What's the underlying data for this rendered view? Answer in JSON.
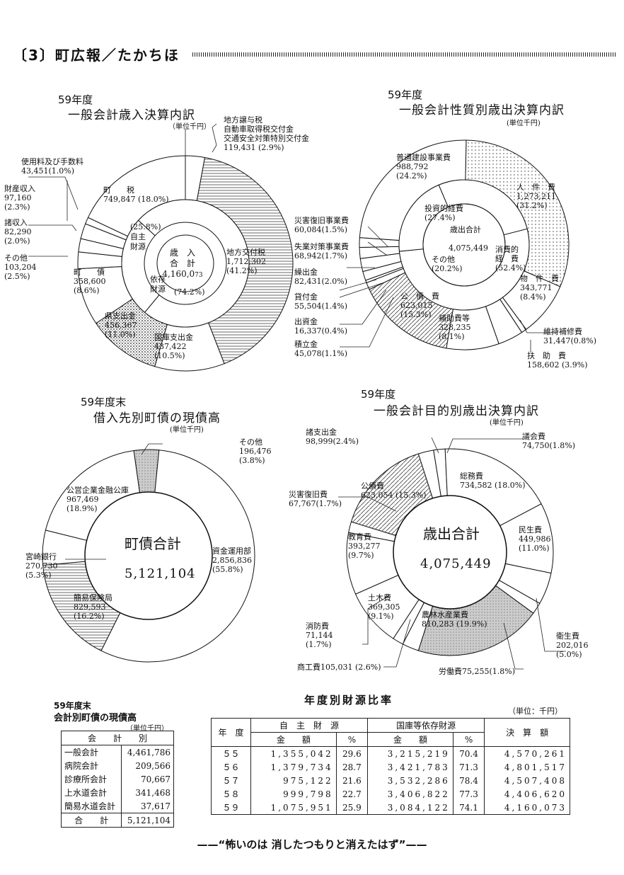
{
  "header": {
    "title": "〔3〕町広報／たかちほ"
  },
  "c1": {
    "year": "59年度",
    "title": "一般会計歳入決算内訳",
    "unit": "（単位千円）",
    "center": [
      "歳　入",
      "合　計",
      "4,160,0",
      "73"
    ],
    "inner": [
      {
        "name": "自主\n財源",
        "pct": "(25.8%)"
      },
      {
        "name": "依存\n財源",
        "pct": "(74.2%)"
      }
    ],
    "labels": [
      {
        "k": "chiho",
        "text": "地方譲与税\n自動車取得税交付金\n交通安全対策特別交付金\n119,431 (2.9%)"
      },
      {
        "k": "kofu",
        "text": "地方交付税\n1,712,302\n(41.2%)"
      },
      {
        "k": "kokko",
        "text": "国庫支出金\n437,422\n(10.5%)"
      },
      {
        "k": "ken",
        "text": "県支出金\n456,367\n(11.0%)"
      },
      {
        "k": "sai",
        "text": "町　　債\n358,600\n(8.6%)"
      },
      {
        "k": "sonota",
        "text": "その他\n103,204\n(2.5%)"
      },
      {
        "k": "shosyu",
        "text": "諸収入\n82,290\n(2.0%)"
      },
      {
        "k": "zaisan",
        "text": "財産収入\n97,160\n(2.3%)"
      },
      {
        "k": "shiyo",
        "text": "使用料及び手数料\n43,451(1.0%)"
      },
      {
        "k": "zei",
        "text": "町　　税\n749,847 (18.0%)"
      }
    ]
  },
  "c2": {
    "year": "59年度",
    "title": "一般会計性質別歳出決算内訳",
    "unit": "(単位千円)",
    "center": [
      "歳出合計",
      "4,075,449"
    ],
    "inner": [
      {
        "name": "投資的経費",
        "pct": "(27.4%)"
      },
      {
        "name": "消費的\n経　費",
        "pct": "(52.4%)"
      },
      {
        "name": "その他",
        "pct": "(20.2%)"
      }
    ],
    "labels": [
      {
        "k": "jinken",
        "text": "人　件　費\n1,273,211\n(31.2%)"
      },
      {
        "k": "buppin",
        "text": "物　件　費\n343,771\n(8.4%)"
      },
      {
        "k": "iji",
        "text": "維持補修費\n31,447(0.8%)"
      },
      {
        "k": "fujo",
        "text": "扶　助　費\n158,602 (3.9%)"
      },
      {
        "k": "hojo",
        "text": "補助費等\n328,235\n(8.1%)"
      },
      {
        "k": "kosai",
        "text": "公　債　費\n623,015\n(15.3%)"
      },
      {
        "k": "tsumitate",
        "text": "積立金\n45,078(1.1%)"
      },
      {
        "k": "shusshi",
        "text": "出資金\n16,337(0.4%)"
      },
      {
        "k": "kashi",
        "text": "貸付金\n55,504(1.4%)"
      },
      {
        "k": "kuri",
        "text": "繰出金\n82,431(2.0%)"
      },
      {
        "k": "shitsugyo",
        "text": "失業対策事業費\n68,942(1.7%)"
      },
      {
        "k": "saigai",
        "text": "災害復旧事業費\n60,084(1.5%)"
      },
      {
        "k": "futsu",
        "text": "普通建設事業費\n988,792\n(24.2%)"
      }
    ]
  },
  "c3": {
    "year": "59年度末",
    "title": "借入先別町債の現債高",
    "unit": "(単位千円)",
    "center": [
      "町債合計",
      "5,121,104"
    ],
    "labels": [
      {
        "k": "sonota",
        "text": "その他\n196,476\n(3.8%)"
      },
      {
        "k": "shikin",
        "text": "資金運用部\n2,856,836\n(55.8%)"
      },
      {
        "k": "kanpo",
        "text": "簡易保険局\n829,593\n(16.2%)"
      },
      {
        "k": "miyazaki",
        "text": "宮崎銀行\n270,730\n(5.3%)"
      },
      {
        "k": "koei",
        "text": "公営企業金融公庫\n967,469\n(18.9%)"
      }
    ]
  },
  "c4": {
    "year": "59年度",
    "title": "一般会計目的別歳出決算内訳",
    "unit": "(単位千円)",
    "center": [
      "歳出合計",
      "4,075,449"
    ],
    "labels": [
      {
        "k": "gikai",
        "text": "議会費\n74,750(1.8%)"
      },
      {
        "k": "somu",
        "text": "総務費\n734,582 (18.0%)"
      },
      {
        "k": "minsei",
        "text": "民生費\n449,986\n(11.0%)"
      },
      {
        "k": "eisei",
        "text": "衛生費\n202,016\n(5.0%)"
      },
      {
        "k": "rodo",
        "text": "労働費75,255(1.8%)"
      },
      {
        "k": "norin",
        "text": "農林水産業費\n810,283 (19.9%)"
      },
      {
        "k": "shoko",
        "text": "商工費105,031 (2.6%)"
      },
      {
        "k": "shobo",
        "text": "消防費\n71,144\n(1.7%)"
      },
      {
        "k": "doboku",
        "text": "土木費\n369,305\n(9.1%)"
      },
      {
        "k": "kyoiku",
        "text": "教育費\n393,277\n(9.7%)"
      },
      {
        "k": "saigai",
        "text": "災害復旧費\n67,767(1.7%)"
      },
      {
        "k": "kosai",
        "text": "公債費\n623,054 (15.3%)"
      },
      {
        "k": "shoshishutsu",
        "text": "諸支出金\n98,999(2.4%)"
      }
    ]
  },
  "debt_table": {
    "year": "59年度末",
    "title": "会計別町債の現債高",
    "unit": "（単位千円）",
    "header": "会　　計　　別",
    "rows": [
      {
        "name": "一般会計",
        "value": "4,461,786"
      },
      {
        "name": "病院会計",
        "value": "209,566"
      },
      {
        "name": "診療所会計",
        "value": "70,667"
      },
      {
        "name": "上水道会計",
        "value": "341,468"
      },
      {
        "name": "簡易水道会計",
        "value": "37,617"
      }
    ],
    "total": {
      "name": "合　　計",
      "value": "5,121,104"
    }
  },
  "ratio_table": {
    "title": "年度別財源比率",
    "unit": "（単位：千円）",
    "h_year": "年　度",
    "h_jishu": "自　主　財　源",
    "h_kokko": "国庫等依存財源",
    "h_kessan": "決　算　額",
    "h_kingaku": "金　　額",
    "h_pct": "%",
    "rows": [
      {
        "y": "５５",
        "a": "1,355,042",
        "ap": "29.6",
        "b": "3,215,219",
        "bp": "70.4",
        "t": "4,570,261"
      },
      {
        "y": "５６",
        "a": "1,379,734",
        "ap": "28.7",
        "b": "3,421,783",
        "bp": "71.3",
        "t": "4,801,517"
      },
      {
        "y": "５７",
        "a": "975,122",
        "ap": "21.6",
        "b": "3,532,286",
        "bp": "78.4",
        "t": "4,507,408"
      },
      {
        "y": "５８",
        "a": "999,798",
        "ap": "22.7",
        "b": "3,406,822",
        "bp": "77.3",
        "t": "4,406,620"
      },
      {
        "y": "５９",
        "a": "1,075,951",
        "ap": "25.9",
        "b": "3,084,122",
        "bp": "74.1",
        "t": "4,160,073"
      }
    ]
  },
  "footer": "——“怖いのは 消したつもりと消えたはず”——",
  "chart_data": [
    {
      "type": "pie",
      "title": "一般会計歳入決算内訳",
      "categories": [
        "地方譲与税等",
        "地方交付税",
        "国庫支出金",
        "県支出金",
        "町債",
        "その他",
        "諸収入",
        "財産収入",
        "使用料及び手数料",
        "町税"
      ],
      "values": [
        2.9,
        41.2,
        10.5,
        11.0,
        8.6,
        2.5,
        2.0,
        2.3,
        1.0,
        18.0
      ]
    },
    {
      "type": "pie",
      "title": "一般会計性質別歳出決算内訳",
      "categories": [
        "人件費",
        "物件費",
        "維持補修費",
        "扶助費",
        "補助費等",
        "公債費",
        "積立金",
        "出資金",
        "貸付金",
        "繰出金",
        "失業対策事業費",
        "災害復旧事業費",
        "普通建設事業費"
      ],
      "values": [
        31.2,
        8.4,
        0.8,
        3.9,
        8.1,
        15.3,
        1.1,
        0.4,
        1.4,
        2.0,
        1.7,
        1.5,
        24.2
      ]
    },
    {
      "type": "pie",
      "title": "借入先別町債の現債高",
      "categories": [
        "その他",
        "資金運用部",
        "簡易保険局",
        "宮崎銀行",
        "公営企業金融公庫"
      ],
      "values": [
        3.8,
        55.8,
        16.2,
        5.3,
        18.9
      ]
    },
    {
      "type": "pie",
      "title": "一般会計目的別歳出決算内訳",
      "categories": [
        "議会費",
        "総務費",
        "民生費",
        "衛生費",
        "労働費",
        "農林水産業費",
        "商工費",
        "消防費",
        "土木費",
        "教育費",
        "災害復旧費",
        "公債費",
        "諸支出金"
      ],
      "values": [
        1.8,
        18.0,
        11.0,
        5.0,
        1.8,
        19.9,
        2.6,
        1.7,
        9.1,
        9.7,
        1.7,
        15.3,
        2.4
      ]
    }
  ]
}
